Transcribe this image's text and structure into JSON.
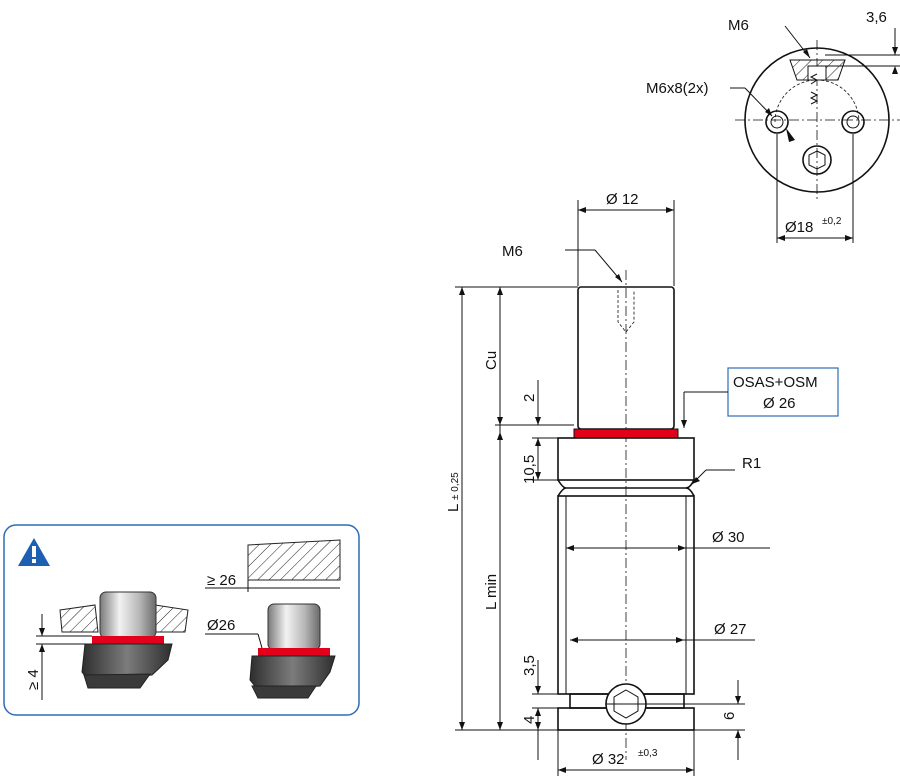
{
  "labels": {
    "m6_top": "M6",
    "dim_3_6": "3,6",
    "m6x8": "M6x8(2x)",
    "dia18_base": "Ø18",
    "dia18_tol": "±0,2",
    "dia12": "Ø 12",
    "m6_side": "M6",
    "osas_line1": "OSAS+OSM",
    "osas_line2": "Ø 26",
    "cu": "Cu",
    "dim_2": "2",
    "dim_10_5": "10,5",
    "r1": "R1",
    "l_total": "L",
    "l_tol": "± 0,25",
    "l_min": "L min",
    "dia30": "Ø 30",
    "dia27": "Ø 27",
    "dim_3_5": "3,5",
    "dim_4": "4",
    "dim_6": "6",
    "dia32_base": "Ø 32",
    "dia32_tol": "±0,3"
  },
  "warning_box": {
    "icon": "warning-triangle-icon",
    "ge4": "≥ 4",
    "ge26": "≥ 26",
    "dia26": "Ø26"
  },
  "colors": {
    "accent_red": "#e3001b",
    "box_border": "#2f6db3",
    "warning_blue": "#1d5fb0",
    "steel_dark": "#4a4a4a",
    "steel_light": "#d0d0d0"
  }
}
